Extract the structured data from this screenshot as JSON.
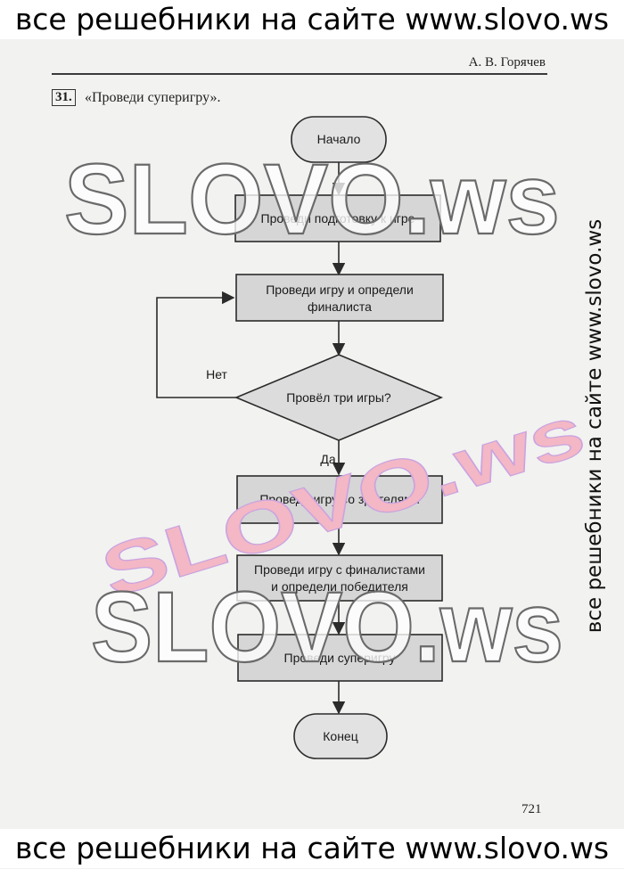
{
  "banners": {
    "top": "все решебники на сайте www.slovo.ws",
    "bottom": "все решебники на сайте www.slovo.ws",
    "side": "все решебники на сайте www.slovo.ws"
  },
  "header": {
    "author": "А. В. Горячев"
  },
  "task": {
    "number": "31.",
    "title": "«Проведи суперигру»."
  },
  "flowchart": {
    "start": "Начало",
    "steps": [
      {
        "lines": [
          "Проведи подготовку к игре"
        ]
      },
      {
        "lines": [
          "Проведи игру и определи",
          "финалиста"
        ]
      },
      {
        "lines": [
          "Проведи игру со зрителями"
        ]
      },
      {
        "lines": [
          "Проведи игру с финалистами",
          "и определи победителя"
        ]
      },
      {
        "lines": [
          "Проведи суперигру"
        ]
      }
    ],
    "decision": "Провёл три игры?",
    "decision_no": "Нет",
    "decision_yes": "Да",
    "end": "Конец"
  },
  "watermarks": {
    "main": "SLOVO.ws",
    "color": "SLOVO.ws"
  },
  "page_number": "721",
  "colors": {
    "process_fill": "#d6d6d6",
    "terminal_fill": "#e2e2e2",
    "line": "#2b2b2b",
    "watermark_pink": "#f2a5b8",
    "watermark_green": "#a9d98a",
    "watermark_yellow": "#f5da8a"
  }
}
